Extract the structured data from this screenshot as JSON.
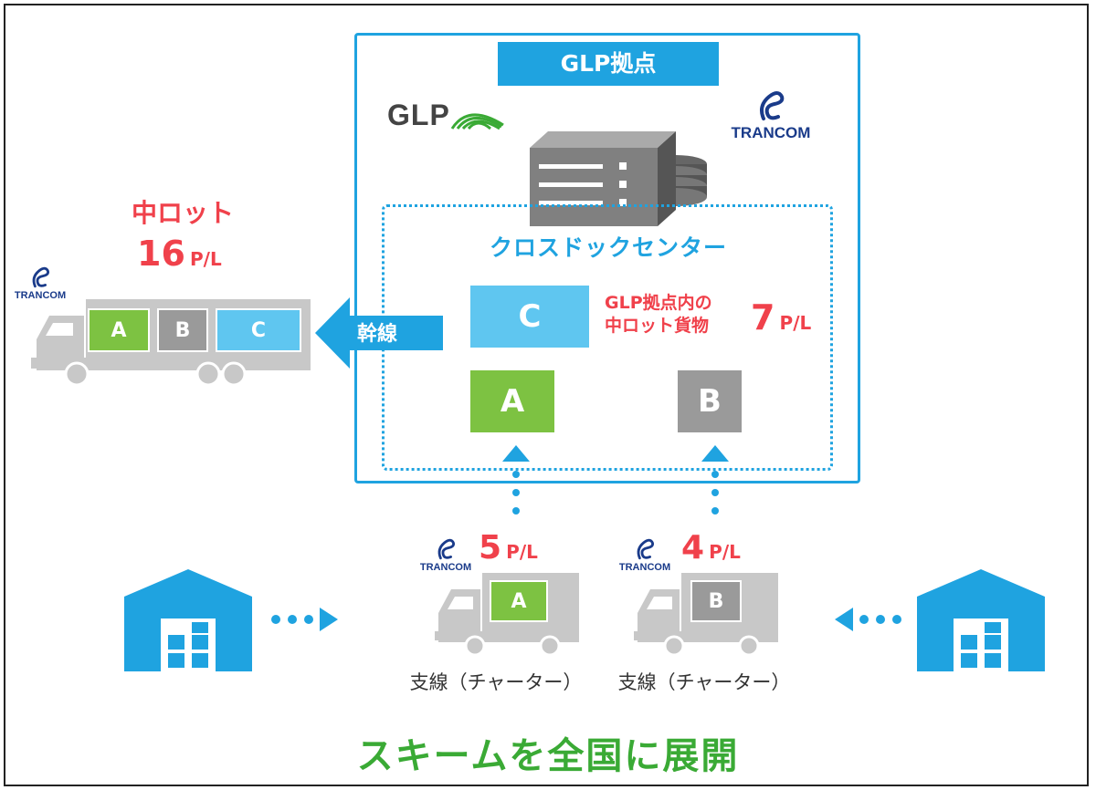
{
  "hub": {
    "title": "GLP拠点",
    "dock_title": "クロスドックセンター"
  },
  "logos": {
    "glp": "GLP",
    "trancom": "TRANCOM"
  },
  "boxes": {
    "a": "A",
    "b": "B",
    "c": "C"
  },
  "trunk": {
    "label": "幹線",
    "lot_title": "中ロット",
    "qty": "16",
    "unit": "P/L"
  },
  "internal": {
    "line1": "GLP拠点内の",
    "line2": "中ロット貨物",
    "qty": "7",
    "unit": "P/L"
  },
  "branch_a": {
    "qty": "5",
    "unit": "P/L",
    "label": "支線（チャーター）"
  },
  "branch_b": {
    "qty": "4",
    "unit": "P/L",
    "label": "支線（チャーター）"
  },
  "footer": {
    "text": "スキームを全国に展開"
  },
  "colors": {
    "blue": "#1fa3e0",
    "green": "#7dc242",
    "gray": "#9a9a9a",
    "lightblue": "#5fc6f0",
    "red": "#f0414b",
    "truck": "#c8c8c8",
    "footer": "#3aaa35"
  }
}
